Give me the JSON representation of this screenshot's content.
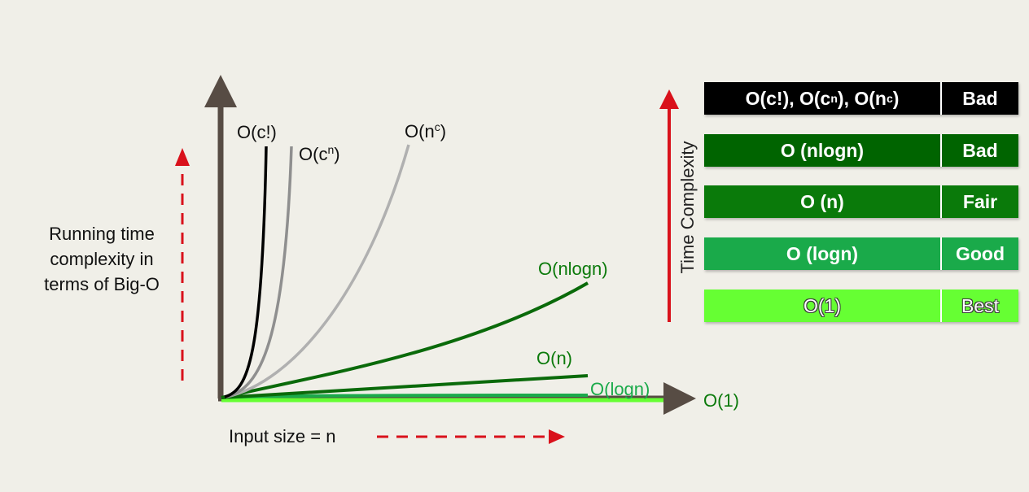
{
  "curve_labels": {
    "factorial": {
      "base": "O(c!)",
      "sup": ""
    },
    "exponential": {
      "base": "O(c",
      "sup": "n",
      "close": ")"
    },
    "polynomial": {
      "base": "O(n",
      "sup": "c",
      "close": ")"
    },
    "nlogn": "O(nlogn)",
    "linear": "O(n)",
    "logn": "O(logn)",
    "constant": "O(1)"
  },
  "y_axis_description": [
    "Running time",
    "complexity in",
    "terms of Big-O"
  ],
  "x_axis_description": "Input size = n",
  "complexity_table": {
    "title": "Time Complexity",
    "rows": [
      {
        "label_parts": [
          "O(c!), O(c",
          "n",
          "), O(n",
          "c",
          ")"
        ],
        "rating": "Bad",
        "color": "#000000",
        "text_color": "#ffffff"
      },
      {
        "label_parts": [
          "O (nlogn)"
        ],
        "rating": "Bad",
        "color": "#006400",
        "text_color": "#ffffff"
      },
      {
        "label_parts": [
          "O (n)"
        ],
        "rating": "Fair",
        "color": "#0a7a0a",
        "text_color": "#ffffff"
      },
      {
        "label_parts": [
          "O (logn)"
        ],
        "rating": "Good",
        "color": "#1aaa4a",
        "text_color": "#ffffff"
      },
      {
        "label_parts": [
          "O(1)"
        ],
        "rating": "Best",
        "color": "#66ff33",
        "text_color": "#ffffff"
      }
    ]
  },
  "colors": {
    "axis": "#574c44",
    "arrow_red": "#d9111b",
    "factorial_curve": "#000000",
    "exponential_curve": "#8f8f8f",
    "polynomial_curve": "#b0b0b0",
    "nlogn_curve": "#0a6a0a",
    "linear_curve": "#0a6a0a",
    "logn_curve": "#1aaa4a",
    "constant_curve": "#66ff33",
    "green_label": "#0b7a0b",
    "logn_label": "#1aaa4a"
  }
}
